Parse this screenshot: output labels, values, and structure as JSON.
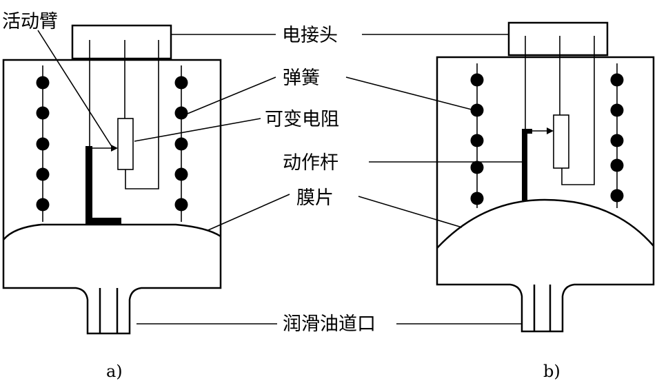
{
  "labels": {
    "active_arm": "活动臂",
    "connector": "电接头",
    "spring": "弹簧",
    "variable_resistor": "可变电阻",
    "actuating_rod": "动作杆",
    "diaphragm": "膜片",
    "oil_port": "润滑油道口"
  },
  "captions": {
    "a": "a)",
    "b": "b)"
  },
  "colors": {
    "line": "#000000",
    "background": "#ffffff"
  }
}
